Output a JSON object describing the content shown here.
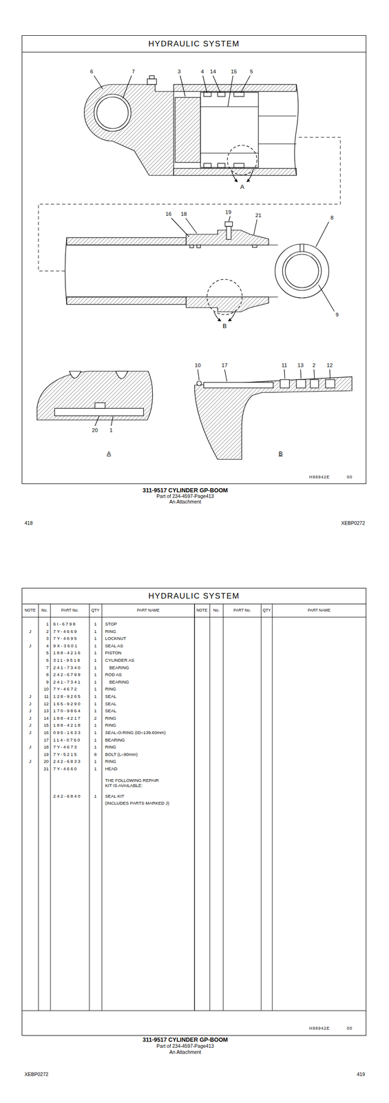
{
  "diagram": {
    "nodes": [
      {
        "text": [
          "HYDRAULIC SYSTEM"
        ]
      },
      {
        "text": [
          "HYDRAULIC SYSTEM"
        ]
      }
    ],
    "labels": [
      "6",
      "7",
      "3",
      "4",
      "14",
      "15",
      "5",
      "A",
      "16",
      "18",
      "19",
      "21",
      "8",
      "9",
      "B",
      "10",
      "17",
      "11",
      "13",
      "2",
      "12",
      "20",
      "1",
      "A",
      "B",
      "H98942E",
      "00",
      "311-9517 CYLINDER GP-BOOM",
      "Part of 234-4597-Page413",
      "An Attachment",
      "418",
      "XEBP0272",
      "NOTE",
      "No.",
      "PART No.",
      "QTY",
      "PART NAME",
      "NOTE",
      "No.",
      "PART No.",
      "QTY",
      "PART NAME",
      "1",
      "6I-6798",
      "1",
      "STOP",
      "J",
      "2",
      "7Y-4669",
      "1",
      "RING",
      "3",
      "7Y-4695",
      "1",
      "LOCKNUT",
      "J",
      "4",
      "9X-3601",
      "1",
      "SEAL AS",
      "5",
      "188-4216",
      "1",
      "PISTON",
      "6",
      "311-9518",
      "1",
      "CYLINDER AS",
      "7",
      "241-7340",
      "1",
      "BEARING",
      "8",
      "242-6799",
      "1",
      "ROD AS",
      "9",
      "241-7341",
      "1",
      "BEARING",
      "10",
      "7Y-4672",
      "1",
      "RING",
      "J",
      "11",
      "128-9265",
      "1",
      "SEAL",
      "J",
      "12",
      "165-9290",
      "1",
      "SEAL",
      "J",
      "13",
      "170-9864",
      "1",
      "SEAL",
      "J",
      "14",
      "188-4217",
      "2",
      "RING",
      "J",
      "15",
      "188-4218",
      "1",
      "RING",
      "J",
      "16",
      "095-1633",
      "1",
      "SEAL-O-RING (ID=139.60mm)",
      "17",
      "114-0760",
      "1",
      "BEARING",
      "J",
      "18",
      "7Y-4673",
      "1",
      "RING",
      "19",
      "7Y-5215",
      "8",
      "BOLT (L=90mm)",
      "J",
      "20",
      "242-6833",
      "1",
      "RING",
      "21",
      "7Y-4660",
      "1",
      "HEAD",
      "THE FOLLOWING REPAIR KIT IS AVAILABLE:",
      "242-6840",
      "1",
      "SEAL KIT",
      "(INCLUDES PARTS MARKED J)",
      "H98942E",
      "00",
      "311-9517 CYLINDER GP-BOOM",
      "Part of 234-4597-Page413",
      "An Attachment",
      "XEBP0272",
      "419"
    ]
  }
}
